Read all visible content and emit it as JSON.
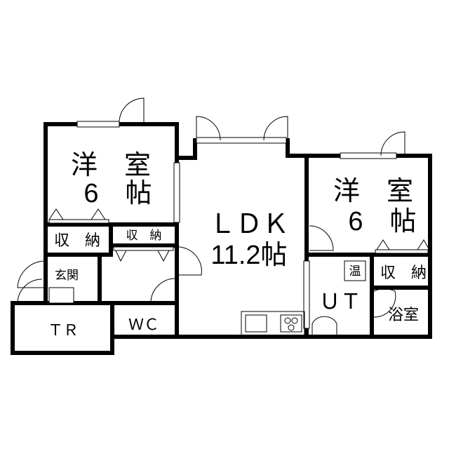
{
  "rooms": {
    "bedroom_left": {
      "type": "洋　室",
      "size": "6　帖"
    },
    "ldk": {
      "type": "ＬＤＫ",
      "size": "11.2帖"
    },
    "bedroom_right": {
      "type": "洋　室",
      "size": "6　帖"
    },
    "closet_left": "収　納",
    "closet_hall": "収　納",
    "entrance": "玄関",
    "trunk_room": "ＴＲ",
    "toilet": "ＷＣ",
    "water_heater": "温",
    "utility": "ＵＴ",
    "closet_right": "収　納",
    "bathroom": "浴室"
  }
}
